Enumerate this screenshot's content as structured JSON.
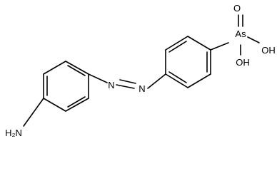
{
  "labels": {
    "oxygen": "O",
    "arsenic": "As",
    "oh_top": "OH",
    "oh_bottom": "OH",
    "nitrogen_1": "N",
    "nitrogen_2": "N",
    "amine": "H₂N"
  },
  "colors": {
    "background": "#ffffff",
    "ink": "#000000"
  }
}
